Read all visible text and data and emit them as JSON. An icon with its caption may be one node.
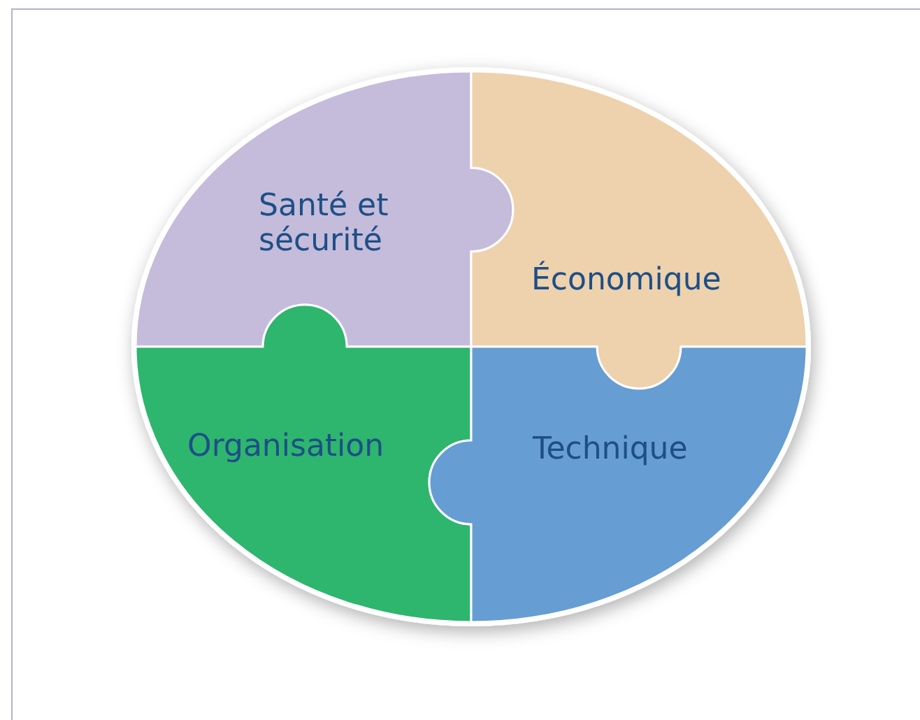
{
  "diagram": {
    "nodes": [
      {
        "text": [
          "Santé et sécurité"
        ]
      },
      {
        "text": [
          "Économique"
        ]
      },
      {
        "text": [
          "Organisation"
        ]
      },
      {
        "text": [
          "Technique"
        ]
      }
    ]
  }
}
